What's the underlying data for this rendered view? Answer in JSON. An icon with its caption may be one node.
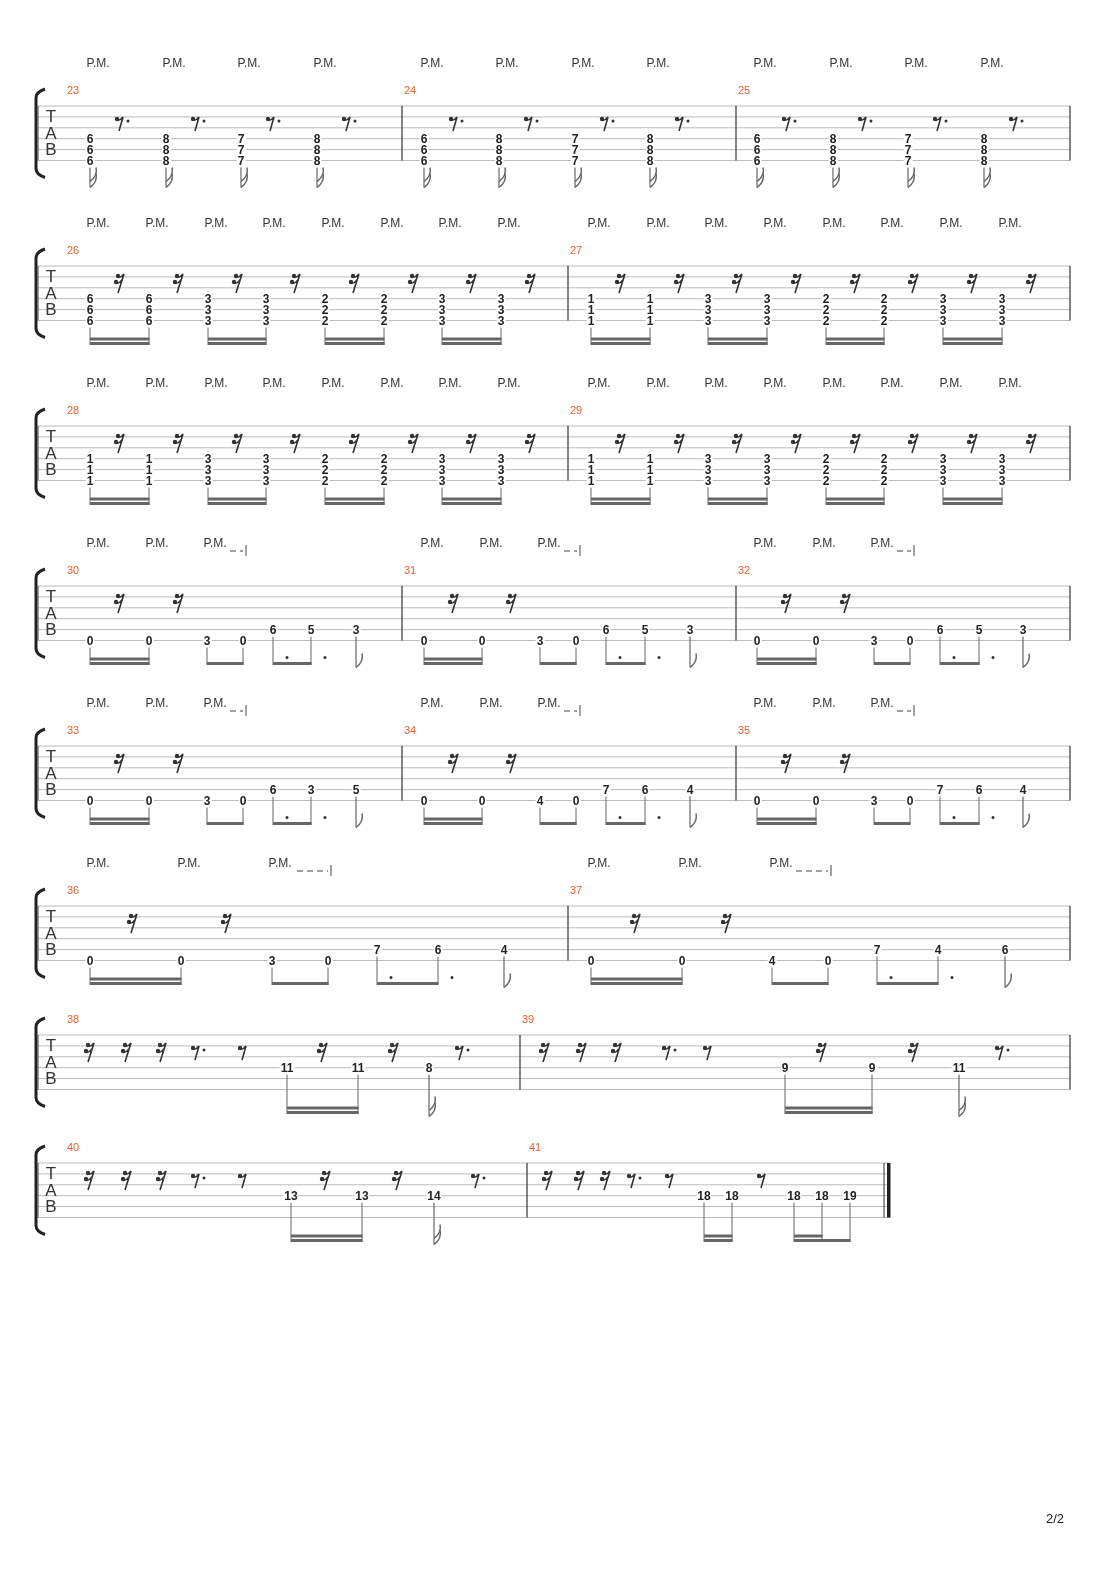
{
  "diagram": {
    "labels": [
      "P.M.",
      "P.M.",
      "P.M.",
      "P.M.",
      "P.M.",
      "P.M.",
      "P.M.",
      "P.M.",
      "P.M.",
      "P.M.",
      "P.M.",
      "P.M.",
      "T",
      "A",
      "B",
      "23",
      "6",
      "6",
      "6",
      "8",
      "8",
      "8",
      "7",
      "7",
      "7",
      "8",
      "8",
      "8",
      "24",
      "6",
      "6",
      "6",
      "8",
      "8",
      "8",
      "7",
      "7",
      "7",
      "8",
      "8",
      "8",
      "25",
      "6",
      "6",
      "6",
      "8",
      "8",
      "8",
      "7",
      "7",
      "7",
      "8",
      "8",
      "8",
      "P.M.",
      "P.M.",
      "P.M.",
      "P.M.",
      "P.M.",
      "P.M.",
      "P.M.",
      "P.M.",
      "P.M.",
      "P.M.",
      "P.M.",
      "P.M.",
      "P.M.",
      "P.M.",
      "P.M.",
      "P.M.",
      "T",
      "A",
      "B",
      "26",
      "6",
      "6",
      "6",
      "6",
      "6",
      "6",
      "3",
      "3",
      "3",
      "3",
      "3",
      "3",
      "2",
      "2",
      "2",
      "2",
      "2",
      "2",
      "3",
      "3",
      "3",
      "3",
      "3",
      "3",
      "27",
      "1",
      "1",
      "1",
      "1",
      "1",
      "1",
      "3",
      "3",
      "3",
      "3",
      "3",
      "3",
      "2",
      "2",
      "2",
      "2",
      "2",
      "2",
      "3",
      "3",
      "3",
      "3",
      "3",
      "3",
      "P.M.",
      "P.M.",
      "P.M.",
      "P.M.",
      "P.M.",
      "P.M.",
      "P.M.",
      "P.M.",
      "P.M.",
      "P.M.",
      "P.M.",
      "P.M.",
      "P.M.",
      "P.M.",
      "P.M.",
      "P.M.",
      "T",
      "A",
      "B",
      "28",
      "1",
      "1",
      "1",
      "1",
      "1",
      "1",
      "3",
      "3",
      "3",
      "3",
      "3",
      "3",
      "2",
      "2",
      "2",
      "2",
      "2",
      "2",
      "3",
      "3",
      "3",
      "3",
      "3",
      "3",
      "29",
      "1",
      "1",
      "1",
      "1",
      "1",
      "1",
      "3",
      "3",
      "3",
      "3",
      "3",
      "3",
      "2",
      "2",
      "2",
      "2",
      "2",
      "2",
      "3",
      "3",
      "3",
      "3",
      "3",
      "3",
      "P.M.",
      "P.M.",
      "P.M.",
      "P.M.",
      "P.M.",
      "P.M.",
      "P.M.",
      "P.M.",
      "P.M.",
      "T",
      "A",
      "B",
      "30",
      "0",
      "0",
      "3",
      "0",
      "6",
      "5",
      "3",
      "31",
      "0",
      "0",
      "3",
      "0",
      "6",
      "5",
      "3",
      "32",
      "0",
      "0",
      "3",
      "0",
      "6",
      "5",
      "3",
      "P.M.",
      "P.M.",
      "P.M.",
      "P.M.",
      "P.M.",
      "P.M.",
      "P.M.",
      "P.M.",
      "P.M.",
      "T",
      "A",
      "B",
      "33",
      "0",
      "0",
      "3",
      "0",
      "6",
      "3",
      "5",
      "34",
      "0",
      "0",
      "4",
      "0",
      "7",
      "6",
      "4",
      "35",
      "0",
      "0",
      "3",
      "0",
      "7",
      "6",
      "4",
      "P.M.",
      "P.M.",
      "P.M.",
      "P.M.",
      "P.M.",
      "P.M.",
      "T",
      "A",
      "B",
      "36",
      "0",
      "0",
      "3",
      "0",
      "7",
      "6",
      "4",
      "37",
      "0",
      "0",
      "4",
      "0",
      "7",
      "4",
      "6",
      "T",
      "A",
      "B",
      "38",
      "11",
      "11",
      "8",
      "39",
      "9",
      "9",
      "11",
      "T",
      "A",
      "B",
      "40",
      "13",
      "13",
      "14",
      "41",
      "18",
      "18",
      "18",
      "18",
      "19",
      "2/2"
    ]
  }
}
